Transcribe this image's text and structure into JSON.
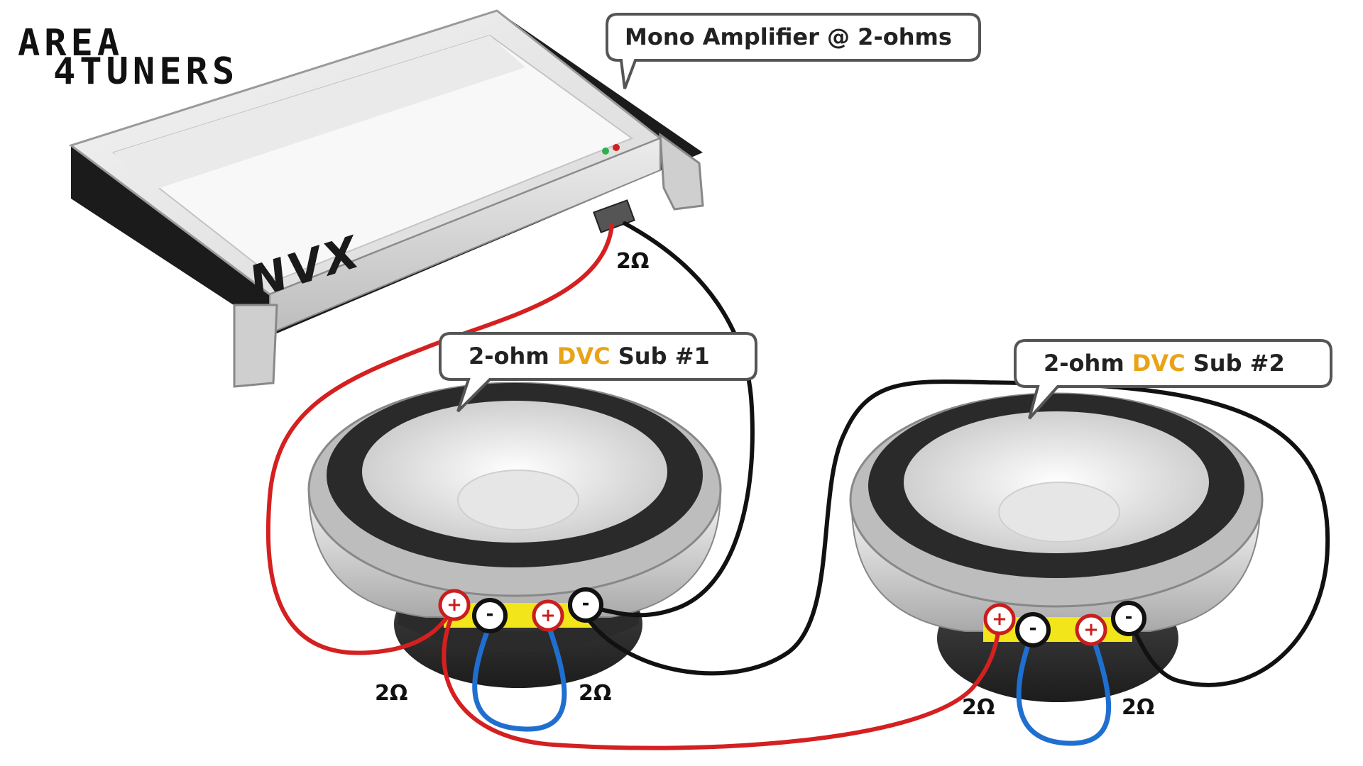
{
  "watermark": {
    "line1": "AREA",
    "line2": "4TUNERS"
  },
  "amplifier": {
    "callout": "Mono Amplifier @ 2-ohms",
    "brand": "NVX",
    "output_impedance": "2Ω"
  },
  "sub1": {
    "callout_prefix": "2-ohm ",
    "callout_highlight": "DVC",
    "callout_suffix": " Sub #1",
    "coil_left_impedance": "2Ω",
    "coil_right_impedance": "2Ω"
  },
  "sub2": {
    "callout_prefix": "2-ohm ",
    "callout_highlight": "DVC",
    "callout_suffix": " Sub #2",
    "coil_left_impedance": "2Ω",
    "coil_right_impedance": "2Ω"
  },
  "terminals": {
    "positive": "+",
    "negative": "-"
  },
  "colors": {
    "positive_wire": "#d42020",
    "negative_wire": "#111111",
    "jumper_wire": "#1f6fd0",
    "highlight_text": "#e8a317",
    "terminal_band": "#f2e51a"
  }
}
